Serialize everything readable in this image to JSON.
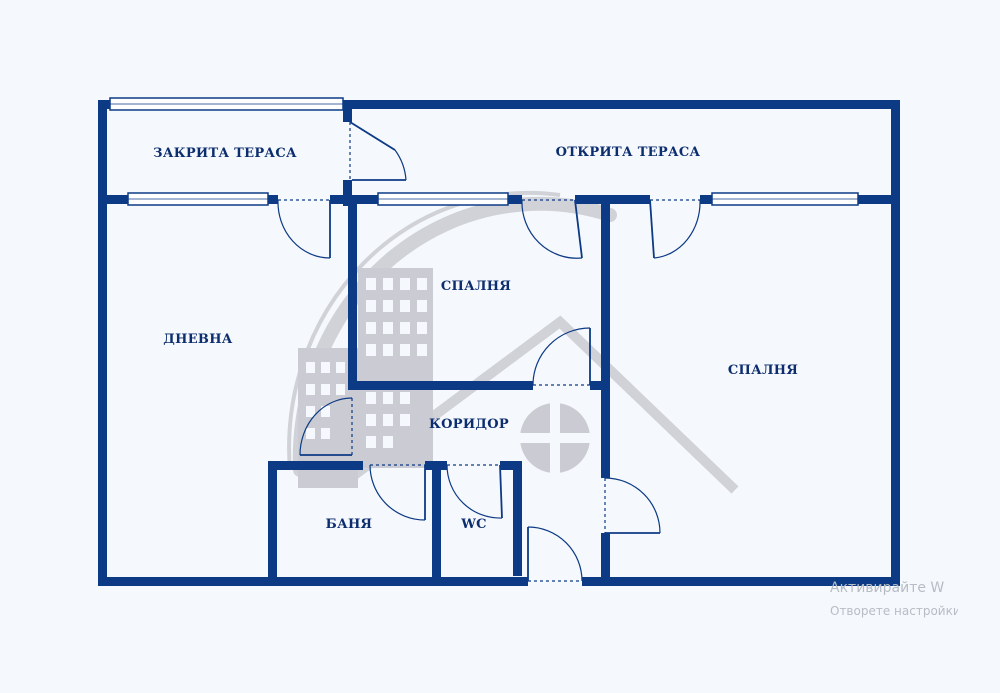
{
  "plan": {
    "wall_color": "#0c3a85",
    "label_color": "#0c2d6e",
    "logo_color": "#cfd0d6",
    "rooms": {
      "closed_terrace": "ЗАКРИТА ТЕРАСА",
      "open_terrace": "ОТКРИТА ТЕРАСА",
      "living_room": "ДНЕВНА",
      "bedroom_1": "СПАЛНЯ",
      "bedroom_2": "СПАЛНЯ",
      "corridor": "КОРИДОР",
      "bathroom": "БАНЯ",
      "wc": "WC"
    }
  },
  "os_watermark": {
    "line1": "Активирайте W",
    "line2": "Отворете настройки"
  }
}
